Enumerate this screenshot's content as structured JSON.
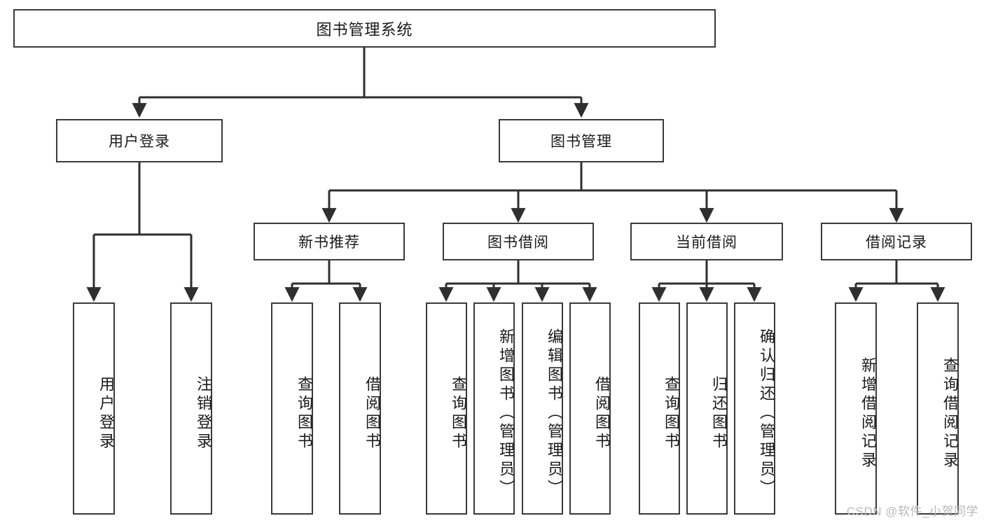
{
  "diagram": {
    "title": "图书管理系统",
    "watermark": "CSDN @软件_小贺同学",
    "colors": {
      "box_border": "#3a3a3a",
      "box_fill": "#ffffff",
      "edge": "#2f2f2f",
      "text": "#1a1a1a",
      "watermark": "#b9b9b9"
    },
    "root": {
      "label": "图书管理系统"
    },
    "level2": [
      {
        "label": "用户登录"
      },
      {
        "label": "图书管理"
      }
    ],
    "level3": [
      {
        "label": "新书推荐"
      },
      {
        "label": "图书借阅"
      },
      {
        "label": "当前借阅"
      },
      {
        "label": "借阅记录"
      }
    ],
    "leaves": {
      "user_login": [
        {
          "label": "用户登录"
        },
        {
          "label": "注销登录"
        }
      ],
      "new_book": [
        {
          "label": "查询图书"
        },
        {
          "label": "借阅图书"
        }
      ],
      "book_borrow": [
        {
          "label": "查询图书"
        },
        {
          "label": "新增图书（管理员）"
        },
        {
          "label": "编辑图书（管理员）"
        },
        {
          "label": "借阅图书"
        }
      ],
      "current_borrow": [
        {
          "label": "查询图书"
        },
        {
          "label": "归还图书"
        },
        {
          "label": "确认归还（管理员）"
        }
      ],
      "borrow_record": [
        {
          "label": "新增借阅记录"
        },
        {
          "label": "查询借阅记录"
        }
      ]
    }
  }
}
